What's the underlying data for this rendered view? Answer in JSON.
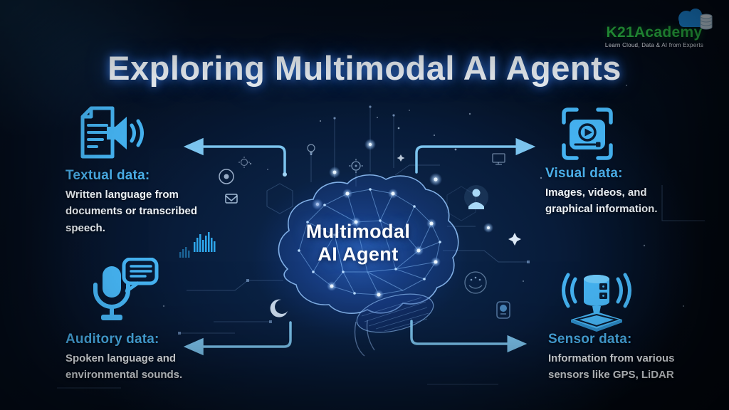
{
  "title": "Exploring Multimodal AI Agents",
  "logo": {
    "name": "K21Academy",
    "tagline": "Learn Cloud, Data & AI from Experts"
  },
  "center_label": {
    "line1": "Multimodal",
    "line2": "AI Agent"
  },
  "sections": [
    {
      "id": "textual",
      "heading": "Textual data:",
      "body": "Written language from documents or transcribed speech.",
      "icon": "document-audio-icon"
    },
    {
      "id": "visual",
      "heading": "Visual data:",
      "body": "Images, videos, and graphical information.",
      "icon": "video-player-frame-icon"
    },
    {
      "id": "auditory",
      "heading": "Auditory data:",
      "body": "Spoken language and environmental sounds.",
      "icon": "microphone-speech-bubble-icon"
    },
    {
      "id": "sensor",
      "heading": "Sensor data:",
      "body": "Information from various sensors like GPS,  LiDAR",
      "icon": "lidar-sensor-icon"
    }
  ],
  "colors": {
    "background": "#040d1b",
    "accent_blue": "#45b2f0",
    "heading_blue": "#4aaee8",
    "arrow_blue": "#7cc4ee",
    "title_glow": "#2f7ff0",
    "logo_green": "#2ec24a",
    "logo_cloud_blue": "#1e90e8"
  },
  "decorative_icons": [
    "brain-network-graphic",
    "target-circle-icon",
    "gear-icon",
    "envelope-icon",
    "equalizer-bars-icon",
    "crescent-moon-icon",
    "person-icon",
    "monitor-icon",
    "sparkle-icon",
    "lightbulb-icon",
    "face-circle-icon",
    "badge-icon",
    "hexagon-circuit-icon"
  ]
}
